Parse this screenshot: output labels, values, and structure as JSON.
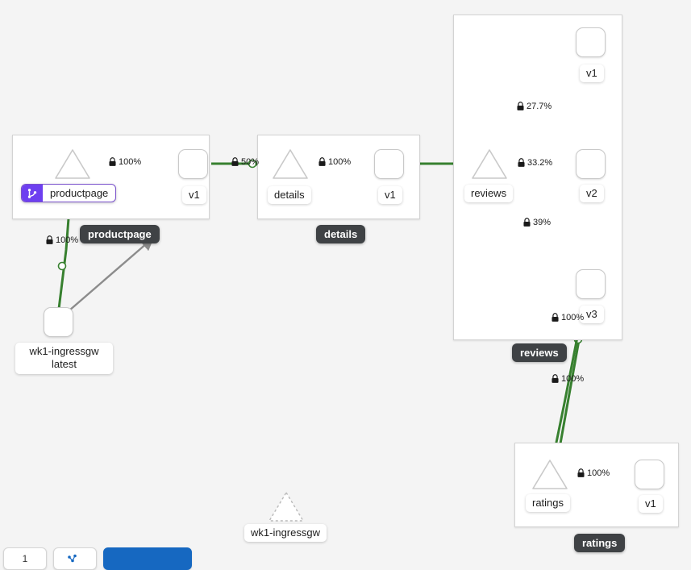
{
  "app": {
    "background_color": "#f4f4f4",
    "edge_color": "#37802f",
    "edge_color_inactive": "#8c8c8c",
    "tooltip_color": "#3f4245",
    "badge_color": "#6d3ff0"
  },
  "clusters": [
    {
      "id": "productpage",
      "tooltip": "productpage"
    },
    {
      "id": "details",
      "tooltip": "details"
    },
    {
      "id": "reviews",
      "tooltip": "reviews"
    },
    {
      "id": "ratings",
      "tooltip": "ratings"
    }
  ],
  "nodes": [
    {
      "id": "pp-svc",
      "kind": "service",
      "label": "productpage",
      "badge_icon": "route-branch-icon"
    },
    {
      "id": "pp-v1",
      "kind": "workload",
      "label": "v1"
    },
    {
      "id": "det-svc",
      "kind": "service",
      "label": "details"
    },
    {
      "id": "det-v1",
      "kind": "workload",
      "label": "v1"
    },
    {
      "id": "rev-svc",
      "kind": "service",
      "label": "reviews"
    },
    {
      "id": "rev-v1",
      "kind": "workload",
      "label": "v1"
    },
    {
      "id": "rev-v2",
      "kind": "workload",
      "label": "v2"
    },
    {
      "id": "rev-v3",
      "kind": "workload",
      "label": "v3"
    },
    {
      "id": "rat-svc",
      "kind": "service",
      "label": "ratings"
    },
    {
      "id": "rat-v1",
      "kind": "workload",
      "label": "v1"
    },
    {
      "id": "ingress",
      "kind": "workload",
      "label": "wk1-ingressgw\nlatest"
    },
    {
      "id": "ghost",
      "kind": "service",
      "label": "wk1-ingressgw"
    }
  ],
  "edges": [
    {
      "id": "e1",
      "from": "ingress",
      "to": "pp-svc",
      "label": "100%",
      "mtls": true,
      "color": "#37802f"
    },
    {
      "id": "e2",
      "from": "pp-svc",
      "to": "pp-v1",
      "label": "100%",
      "mtls": true,
      "color": "#37802f"
    },
    {
      "id": "e3",
      "from": "pp-v1",
      "to": "det-svc",
      "label": "50%",
      "mtls": true,
      "color": "#37802f"
    },
    {
      "id": "e4",
      "from": "det-svc",
      "to": "det-v1",
      "label": "100%",
      "mtls": true,
      "color": "#37802f"
    },
    {
      "id": "e5",
      "from": "det-v1",
      "to": "rev-svc",
      "label": "",
      "mtls": false,
      "color": "#37802f"
    },
    {
      "id": "e6",
      "from": "rev-svc",
      "to": "rev-v1",
      "label": "27.7%",
      "mtls": true,
      "color": "#37802f"
    },
    {
      "id": "e7",
      "from": "rev-svc",
      "to": "rev-v2",
      "label": "33.2%",
      "mtls": true,
      "color": "#37802f"
    },
    {
      "id": "e8",
      "from": "rev-svc",
      "to": "rev-v3",
      "label": "39%",
      "mtls": true,
      "color": "#37802f"
    },
    {
      "id": "e9",
      "from": "rev-v3",
      "to": "rat-svc",
      "label": "100%",
      "mtls": true,
      "color": "#37802f"
    },
    {
      "id": "e10",
      "from": "rev-v2",
      "to": "rat-svc",
      "label": "100%",
      "mtls": true,
      "color": "#37802f"
    },
    {
      "id": "e11",
      "from": "rat-svc",
      "to": "rat-v1",
      "label": "100%",
      "mtls": true,
      "color": "#37802f"
    },
    {
      "id": "e12",
      "from": "ingress",
      "to": "pp-tip",
      "label": "",
      "mtls": false,
      "color": "#8c8c8c"
    }
  ],
  "edge_labels": {
    "ingress_to_pp": "100%",
    "pp_to_v1": "100%",
    "ppv1_to_details": "50%",
    "details_to_v1": "100%",
    "reviews_to_v1": "27.7%",
    "reviews_to_v2": "33.2%",
    "reviews_to_v3": "39%",
    "revv3_to_ratings": "100%",
    "revv2_to_ratings": "100%",
    "ratings_to_v1": "100%"
  },
  "labels": {
    "productpage_svc": "productpage",
    "productpage_v1": "v1",
    "details_svc": "details",
    "details_v1": "v1",
    "reviews_svc": "reviews",
    "reviews_v1": "v1",
    "reviews_v2": "v2",
    "reviews_v3": "v3",
    "ratings_svc": "ratings",
    "ratings_v1": "v1",
    "ingress": "wk1-ingressgw\nlatest",
    "ghost": "wk1-ingressgw"
  },
  "tooltips": {
    "productpage": "productpage",
    "details": "details",
    "reviews": "reviews",
    "ratings": "ratings"
  },
  "toolbar": {
    "zoom_label": "1",
    "fit_label": "",
    "primary_label": ""
  }
}
